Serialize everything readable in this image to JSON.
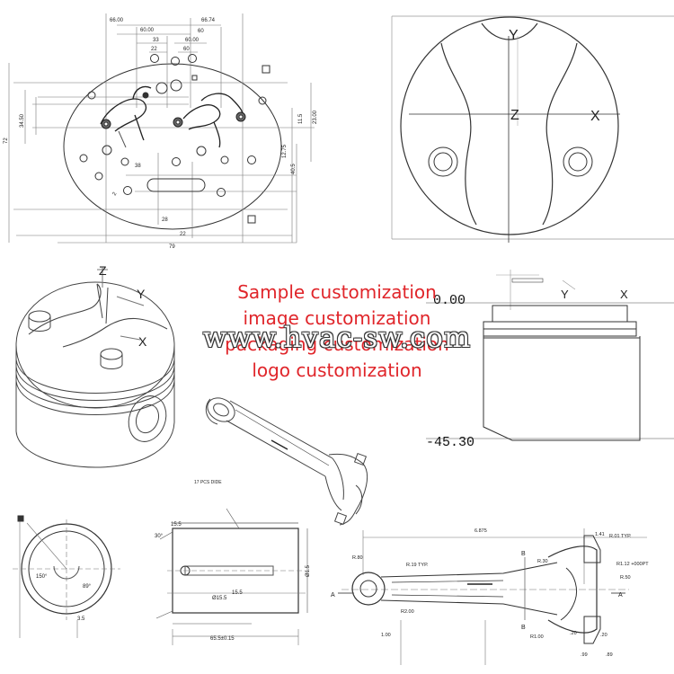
{
  "overlay": {
    "lines": [
      "Sample customization",
      "image customization",
      "packaging customization",
      "logo customization"
    ],
    "watermark": "www.hvac-sw.com",
    "color": "#e0252a"
  },
  "drawings": {
    "valve_plate": {
      "dims": [
        "66.00",
        "66.74",
        "60.00",
        "33",
        "22",
        "60.00",
        "60",
        "60",
        "40.5",
        "11.5",
        "12.75",
        "23.00",
        "34.50",
        "22",
        "28",
        "38",
        "79",
        "72",
        "2"
      ]
    },
    "piston_top": {
      "axes": [
        "Y",
        "Z",
        "X"
      ]
    },
    "piston_iso": {
      "axes": [
        "Z",
        "Y",
        "X"
      ]
    },
    "piston_side": {
      "top_value": "0.00",
      "bottom_value": "-45.30",
      "axes": [
        "Y",
        "X"
      ]
    },
    "small_note": "17 PCS DIDE",
    "pin_end": {
      "labels": [
        "150°",
        "89°",
        "3.5"
      ]
    },
    "pin_side": {
      "labels": [
        "15.5",
        "Ø15.5",
        "65.5±0.15",
        "15.5",
        "30°",
        "Ø1.5"
      ]
    },
    "rod": {
      "dims": [
        "6.875",
        "1.41",
        "R.19 TYP.",
        "R.01 TYP.",
        "R.30",
        "R.80",
        "R1.12 +000PT",
        "R.50",
        "R2.00",
        "R1.00",
        "1.00",
        ".20",
        ".99",
        ".89",
        ".20"
      ],
      "sections": [
        "A",
        "A",
        "B",
        "B"
      ]
    },
    "icon_names": [
      "valve-plate-drawing",
      "piston-top-view",
      "piston-isometric",
      "connecting-rod-3d",
      "piston-side-view",
      "piston-pin-end-view",
      "piston-pin-side-view",
      "connecting-rod-drawing"
    ]
  }
}
